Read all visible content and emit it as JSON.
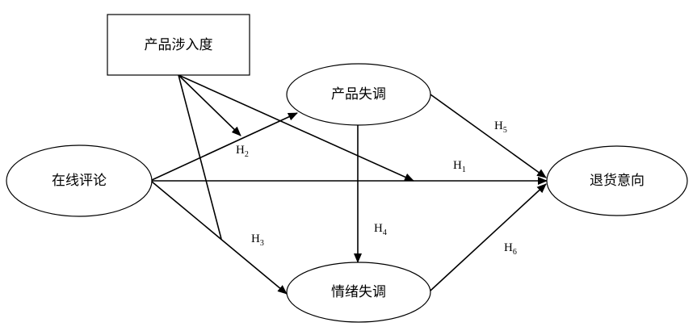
{
  "nodes": {
    "involvement": "产品涉入度",
    "online_reviews": "在线评论",
    "product_dissonance": "产品失调",
    "emotional_dissonance": "情绪失调",
    "return_intention": "退货意向"
  },
  "hypotheses": {
    "h1": {
      "letter": "H",
      "num": "1"
    },
    "h2": {
      "letter": "H",
      "num": "2"
    },
    "h3": {
      "letter": "H",
      "num": "3"
    },
    "h4": {
      "letter": "H",
      "num": "4"
    },
    "h5": {
      "letter": "H",
      "num": "5"
    },
    "h6": {
      "letter": "H",
      "num": "6"
    }
  }
}
